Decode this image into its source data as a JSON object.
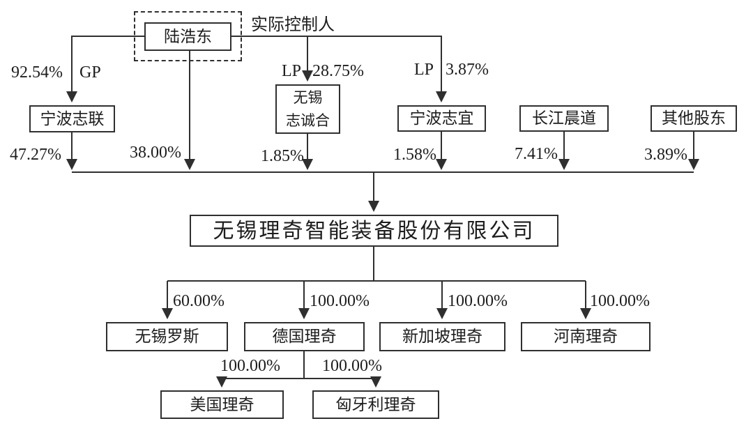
{
  "diagram": {
    "type": "equity-ownership-structure",
    "colors": {
      "line": "#2f2f2f",
      "text": "#1d1d1d",
      "background": "#ffffff"
    },
    "controller": {
      "name": "陆浩东",
      "tag": "实际控制人",
      "direct_holding": "38.00%"
    },
    "partnership_links": {
      "gp": {
        "pct": "92.54%",
        "role": "GP"
      },
      "lp1": {
        "role": "LP",
        "pct": "28.75%"
      },
      "lp2": {
        "role": "LP",
        "pct": "3.87%"
      }
    },
    "shareholders": {
      "ningbo_zhilian": {
        "name": "宁波志联",
        "holding": "47.27%"
      },
      "wuxi_zhichenghe": {
        "name": "无锡志诚合",
        "line1": "无锡",
        "line2": "志诚合",
        "holding": "1.85%"
      },
      "ningbo_zhiyi": {
        "name": "宁波志宜",
        "holding": "1.58%"
      },
      "changjiang_chendao": {
        "name": "长江晨道",
        "holding": "7.41%"
      },
      "qita_gudong": {
        "name": "其他股东",
        "holding": "3.89%"
      }
    },
    "company": {
      "name": "无锡理奇智能装备股份有限公司"
    },
    "subsidiaries": {
      "wuxi_luosi": {
        "name": "无锡罗斯",
        "holding": "60.00%"
      },
      "deguo_liqi": {
        "name": "德国理奇",
        "holding": "100.00%"
      },
      "xinjiapo_liqi": {
        "name": "新加坡理奇",
        "holding": "100.00%"
      },
      "henan_liqi": {
        "name": "河南理奇",
        "holding": "100.00%"
      }
    },
    "deguo_subsidiaries": {
      "meiguo_liqi": {
        "name": "美国理奇",
        "holding": "100.00%"
      },
      "xiongyali_liqi": {
        "name": "匈牙利理奇",
        "holding": "100.00%"
      }
    }
  }
}
